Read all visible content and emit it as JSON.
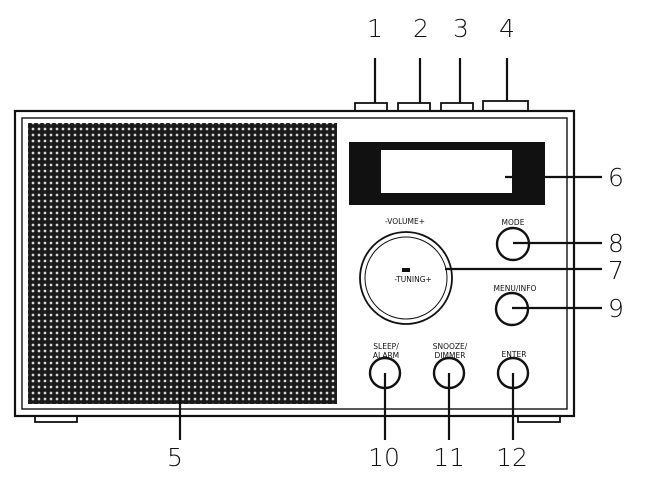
{
  "callouts": {
    "c1": "1",
    "c2": "2",
    "c3": "3",
    "c4": "4",
    "c5": "5",
    "c6": "6",
    "c7": "7",
    "c8": "8",
    "c9": "9",
    "c10": "10",
    "c11": "11",
    "c12": "12"
  },
  "labels": {
    "volume": "-VOLUME+",
    "tuning": "-TUNING+",
    "mode": "MODE",
    "menu_info": "MENU/INFO",
    "sleep_line1": "SLEEP/",
    "sleep_line2": "ALARM",
    "snooze_line1": "SNOOZE/",
    "snooze_line2": "DIMMER",
    "enter": "ENTER"
  }
}
